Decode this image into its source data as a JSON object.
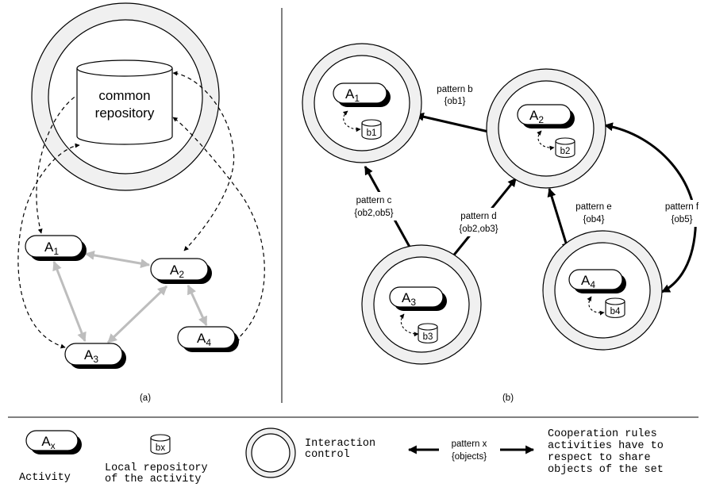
{
  "panel_a": {
    "caption": "(a)",
    "repository_line1": "common",
    "repository_line2": "repository",
    "activities": [
      {
        "letter": "A",
        "sub": "1"
      },
      {
        "letter": "A",
        "sub": "2"
      },
      {
        "letter": "A",
        "sub": "3"
      },
      {
        "letter": "A",
        "sub": "4"
      }
    ]
  },
  "panel_b": {
    "caption": "(b)",
    "activities": [
      {
        "letter": "A",
        "sub": "1",
        "repo": "b1"
      },
      {
        "letter": "A",
        "sub": "2",
        "repo": "b2"
      },
      {
        "letter": "A",
        "sub": "3",
        "repo": "b3"
      },
      {
        "letter": "A",
        "sub": "4",
        "repo": "b4"
      }
    ],
    "patterns": [
      {
        "name": "pattern b",
        "objects": "{ob1}"
      },
      {
        "name": "pattern c",
        "objects": "{ob2,ob5}"
      },
      {
        "name": "pattern d",
        "objects": "{ob2,ob3}"
      },
      {
        "name": "pattern e",
        "objects": "{ob4}"
      },
      {
        "name": "pattern f",
        "objects": "{ob5}"
      }
    ]
  },
  "legend": {
    "activity_letter": "A",
    "activity_sub": "x",
    "activity_label": "Activity",
    "repo_label": "bx",
    "repo_desc_line1": "Local repository",
    "repo_desc_line2": "of the activity",
    "control_line1": "Interaction",
    "control_line2": "control",
    "pattern_name": "pattern x",
    "pattern_objects": "{objects}",
    "rules_line1": "Cooperation rules",
    "rules_line2": "activities have to",
    "rules_line3": "respect to share",
    "rules_line4": "objects of the set"
  }
}
